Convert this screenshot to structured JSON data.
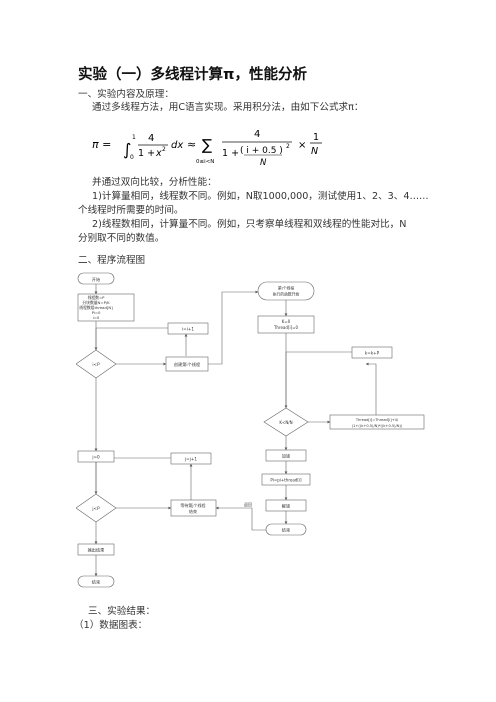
{
  "title": "实验（一）多线程计算π，性能分析",
  "section1": {
    "heading": "一、实验内容及原理：",
    "intro": "通过多线程方法，用C语言实现。采用积分法，由如下公式求π：",
    "formula": {
      "lhs": "π =",
      "int_upper": "1",
      "int_lower": "0",
      "numerator": "4",
      "denom_a": "1 +",
      "denom_x": "x",
      "denom_exp": "2",
      "dx": "dx",
      "approx": "≈",
      "sum": "∑",
      "sum_range": "0≤i<N",
      "num2": "4",
      "denom2_a": "1 +",
      "denom2_paren": "( i + 0.5 )",
      "denom2_N": "N",
      "exp2": "2",
      "times": "×",
      "num3": "1",
      "den3": "N"
    },
    "after": "并通过双向比较，分析性能：",
    "item1_l1": "1)计算量相同，线程数不同。例如，N取1000,000，测试使用1、2、3、4……",
    "item1_l2": "个线程时所需要的时间。",
    "item2_l1": "2)线程数相同，计算量不同。例如，只考察单线程和双线程的性能对比，N",
    "item2_l2": "分别取不同的数值。"
  },
  "section2": {
    "heading": "二、程序流程图",
    "flow": {
      "start": "开始",
      "init_l1": "线程数=P",
      "init_l2": "分块数量N=P/K",
      "init_l3": "线程数组thread[N]",
      "init_l4": "Pi=0",
      "init_l5": "i=0",
      "inc_i": "i=i+1",
      "cond_i": "i<P",
      "create_thread": "创建第i个线程",
      "reset_j": "j=0",
      "inc_j": "j=j+1",
      "cond_j": "j<P",
      "wait_thread_l1": "等待第j个线程",
      "wait_thread_l2": "结束",
      "output": "输出结果",
      "end_main": "结束",
      "thread_start_l1": "第i个线程",
      "thread_start_l2": "执行的函数开始",
      "thread_init_l1": "K=0",
      "thread_init_l2": "Thread[i]=0",
      "inc_k": "k=k+P",
      "cond_k": "K<N/N",
      "compute_l1": "Thread[i]=Thread[i]+4/",
      "compute_l2": "(1+((k+0.5)/N)*((k+0.5)/N))",
      "lock": "加锁",
      "accumulate": "Pi=pi+thread[i]",
      "unlock": "解锁",
      "thread_end": "结束",
      "return_label": "返回"
    }
  },
  "section3": {
    "heading": "三、实验结果：",
    "sub1": "（1）数据图表："
  }
}
